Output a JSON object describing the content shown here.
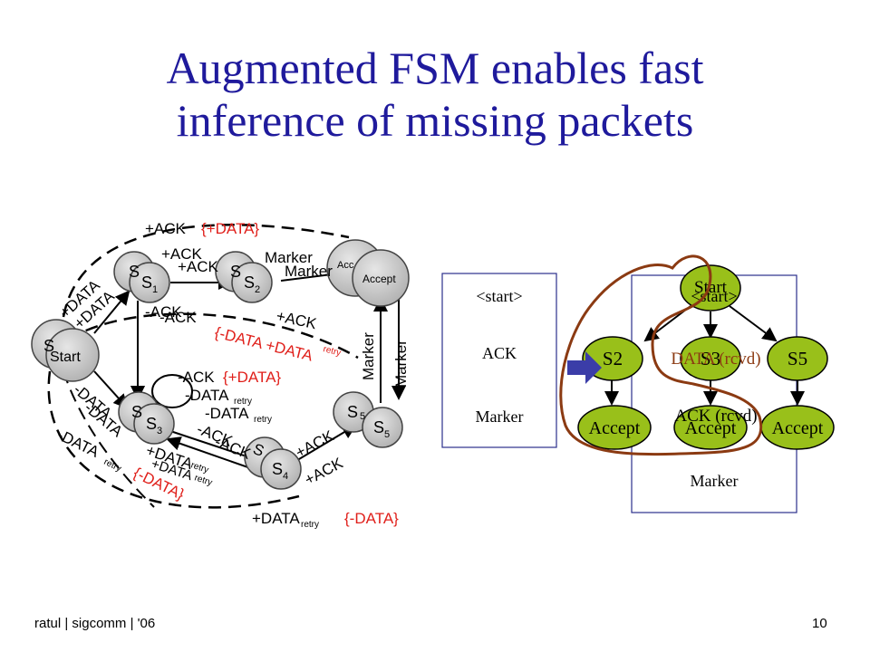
{
  "slide": {
    "title_line1": "Augmented FSM enables fast",
    "title_line2": "inference of  missing packets",
    "footer_left": "ratul | sigcomm | '06",
    "page_number": "10"
  },
  "fsm": {
    "states": {
      "start": "Start",
      "start_shadow": "S",
      "s1": "S",
      "s1_sub": "1",
      "s2": "S",
      "s2_sub": "2",
      "s3": "S",
      "s3_sub": "3",
      "s4": "S",
      "s4_sub": "4",
      "s5": "S",
      "s5_sub": "5",
      "accept": "Accept",
      "accept_shadow": "Acc"
    },
    "edges": {
      "ack_top": "+ACK",
      "data_top_red": "{+DATA}",
      "ack_s1s2": "+ACK",
      "ack_s1s2_b": "+ACK",
      "marker_a": "Marker",
      "marker_b": "Marker",
      "data_a": "+DATA",
      "data_b": "+DATA",
      "neg_ack_a": "-ACK",
      "neg_ack_b": "-ACK",
      "ack_mid": "+ACK",
      "red_mid": "{-DATA +DATA",
      "red_mid_sub": "retry",
      "red_mid_close": "}",
      "marker_v1": "Marker",
      "marker_v2": "Marker",
      "ack_loop": "-ACK",
      "ack_loop_red": "{+DATA}",
      "data_retry_1": "-DATA",
      "data_retry_1_sub": "retry",
      "data_retry_2": "-DATA",
      "data_retry_2_sub": "retry",
      "data_left_a": "-DATA",
      "data_left_b": "-DATA",
      "ack_s3s4_a": "-ACK",
      "ack_s3s4_b": "-ACK",
      "ack_s3s4_c": "S",
      "plus_data_retry_a": "+DATA",
      "plus_data_retry_a_sub": "retry",
      "plus_data_retry_b": "+DATA",
      "plus_data_retry_b_sub": "retry",
      "ack_s4s5_a": "+ACK",
      "ack_s4s5_b": "+ACK",
      "neg_data_retry_left": "-DATA",
      "neg_data_retry_left_sub": "retry",
      "neg_data_red": "{-DATA}",
      "bottom_data": "+DATA",
      "bottom_data_sub": "retry",
      "bottom_red": "{-DATA}"
    }
  },
  "sequence_box": {
    "items": [
      "<start>",
      "ACK",
      "Marker"
    ]
  },
  "tree": {
    "root": "Start",
    "nodes": [
      "S2",
      "S3",
      "S5"
    ],
    "leaves": [
      "Accept",
      "Accept",
      "Accept"
    ],
    "annotation_data": "DATA (rcvd)",
    "annotation_ack": "ACK (rcvd)",
    "overlay_start": "<start>",
    "overlay_marker": "Marker"
  },
  "colors": {
    "title": "#1f1a9c",
    "red": "#e0201b",
    "node_gray": "#c8c8c8",
    "node_green": "#99c01a",
    "brown": "#8b3a12",
    "box_border": "#2b2f8c",
    "arrow_blue": "#3b3da8"
  }
}
